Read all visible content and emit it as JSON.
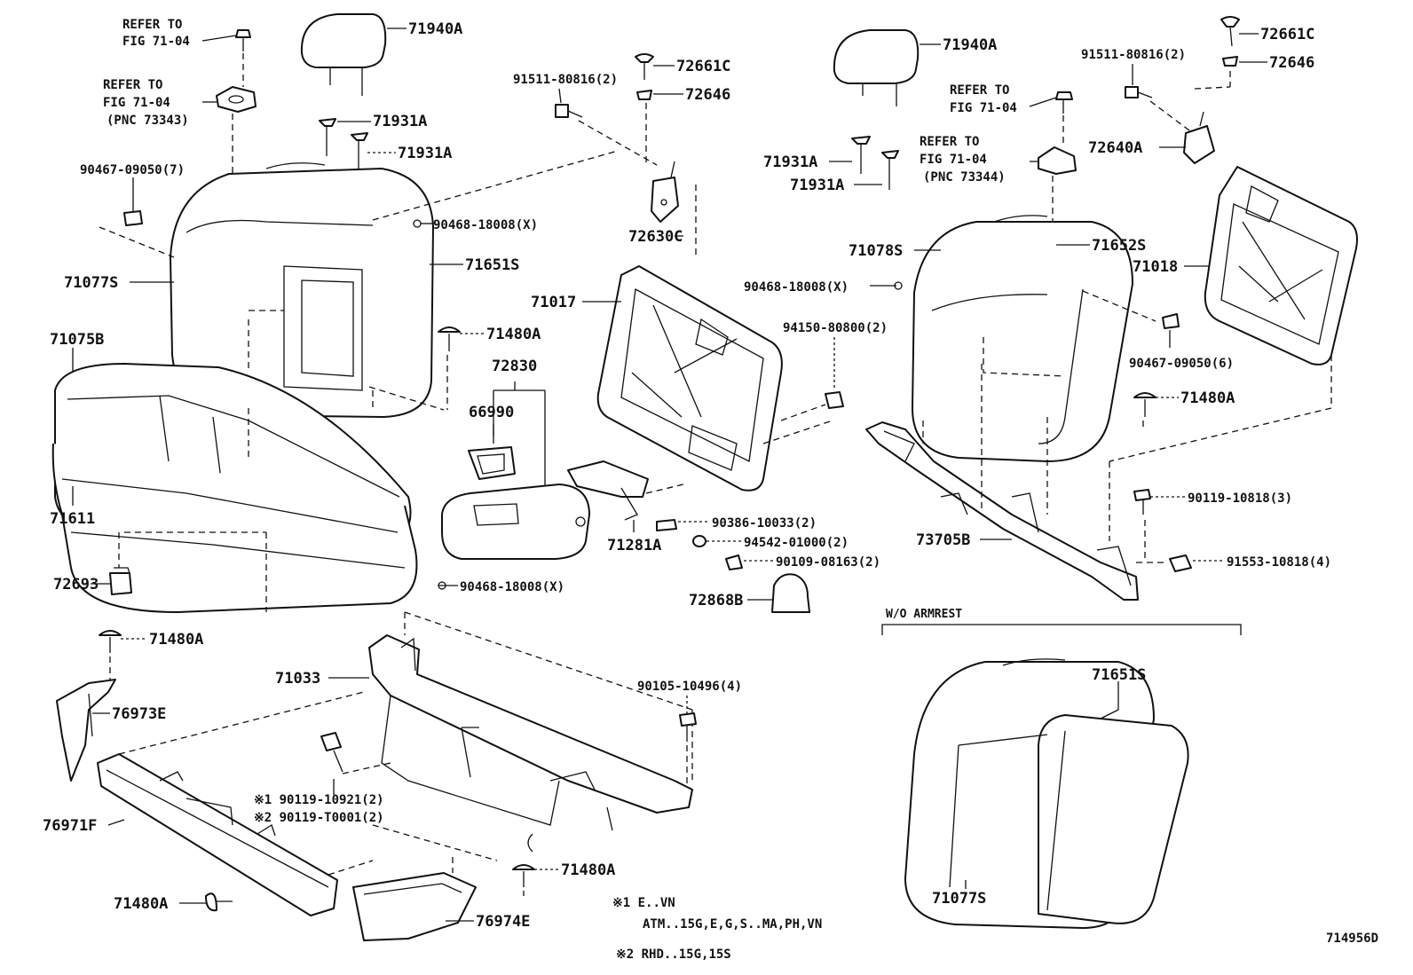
{
  "diagram_id": "714956D",
  "refer_left": {
    "l1": "REFER TO",
    "l2": "FIG 71-04"
  },
  "refer_left2": {
    "l1": "REFER TO",
    "l2": "FIG 71-04",
    "l3": "(PNC 73343)"
  },
  "refer_mid": {
    "l1": "REFER TO",
    "l2": "FIG 71-04"
  },
  "refer_mid2": {
    "l1": "REFER TO",
    "l2": "FIG 71-04",
    "l3": "(PNC 73344)"
  },
  "section_wo_armrest": "W/O ARMREST",
  "labels": {
    "p71940A_l": "71940A",
    "p71940A_r": "71940A",
    "p71931A_1": "71931A",
    "p71931A_2": "71931A",
    "p71931A_3": "71931A",
    "p71931A_4": "71931A",
    "p90467_7": "90467-09050(7)",
    "p90468_1": "90468-18008(X)",
    "p71651S_l": "71651S",
    "p71077S_l": "71077S",
    "p71075B": "71075B",
    "p71480A_1": "71480A",
    "p71611": "71611",
    "p72693": "72693",
    "p90468_2": "90468-18008(X)",
    "p91511_l": "91511-80816(2)",
    "p72661C_l": "72661C",
    "p72646_l": "72646",
    "p72630C": "72630C",
    "p71017": "71017",
    "p72830": "72830",
    "p66990": "66990",
    "p90386": "90386-10033(2)",
    "p94542": "94542-01000(2)",
    "p90109": "90109-08163(2)",
    "p71281A": "71281A",
    "p72868B": "72868B",
    "p90468_3": "90468-18008(X)",
    "p94150": "94150-80800(2)",
    "p91511_r": "91511-80816(2)",
    "p72661C_r": "72661C",
    "p72646_r": "72646",
    "p72640A": "72640A",
    "p71078S": "71078S",
    "p71652S": "71652S",
    "p71018": "71018",
    "p90467_6": "90467-09050(6)",
    "p71480A_2": "71480A",
    "p90119_3": "90119-10818(3)",
    "p91553": "91553-10818(4)",
    "p73705B": "73705B",
    "p71480A_3": "71480A",
    "p76973E": "76973E",
    "p76971F": "76971F",
    "p71480A_4": "71480A",
    "p71033": "71033",
    "p90105": "90105-10496(4)",
    "p90119_a": "※1 90119-10921(2)",
    "p90119_b": "※2 90119-T0001(2)",
    "p71480A_5": "71480A",
    "p76974E": "76974E",
    "p71651S_r": "71651S",
    "p71077S_r": "71077S"
  },
  "notes": {
    "n1": "※1 E..VN",
    "n1b": "ATM..15G,E,G,S..MA,PH,VN",
    "n2": "※2 RHD..15G,15S"
  }
}
